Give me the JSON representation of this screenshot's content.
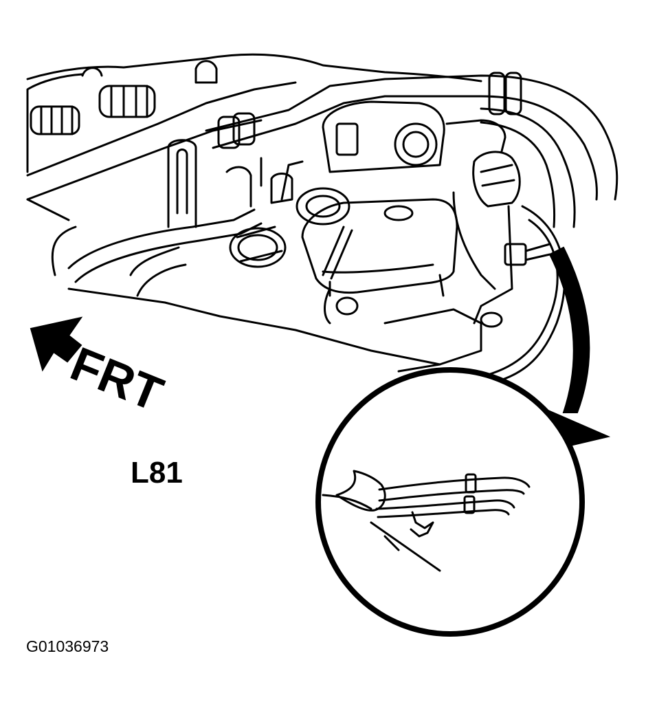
{
  "diagram": {
    "direction_label": "FRT",
    "engine_code": "L81",
    "figure_id": "G01036973"
  },
  "colors": {
    "line": "#000000",
    "background": "#ffffff"
  }
}
